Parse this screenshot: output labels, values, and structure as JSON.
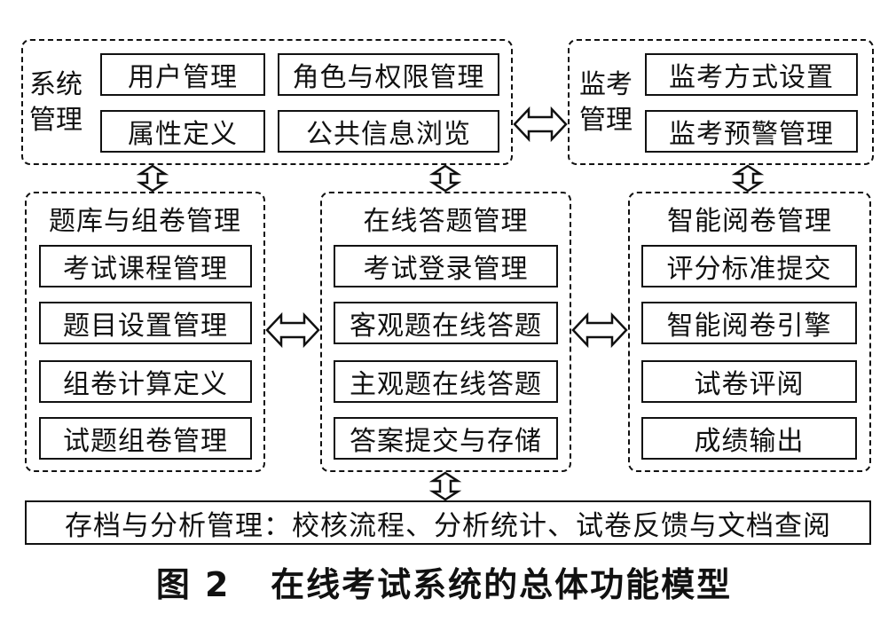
{
  "top_cut_text": "",
  "system": {
    "label": "系统管理",
    "items": [
      "用户管理",
      "角色与权限管理",
      "属性定义",
      "公共信息浏览"
    ]
  },
  "proctor": {
    "label": "监考管理",
    "items": [
      "监考方式设置",
      "监考预警管理"
    ]
  },
  "question_bank": {
    "title": "题库与组卷管理",
    "items": [
      "考试课程管理",
      "题目设置管理",
      "组卷计算定义",
      "试题组卷管理"
    ]
  },
  "online_answer": {
    "title": "在线答题管理",
    "items": [
      "考试登录管理",
      "客观题在线答题",
      "主观题在线答题",
      "答案提交与存储"
    ]
  },
  "grading": {
    "title": "智能阅卷管理",
    "items": [
      "评分标准提交",
      "智能阅卷引擎",
      "试卷评阅",
      "成绩输出"
    ]
  },
  "archive": {
    "label": "存档与分析管理：校核流程、分析统计、试卷反馈与文档查阅"
  },
  "caption": "图 2   在线考试系统的总体功能模型"
}
